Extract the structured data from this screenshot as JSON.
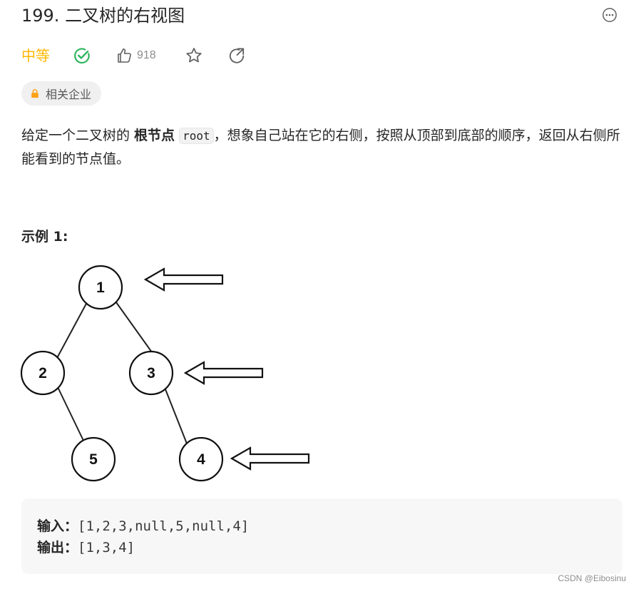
{
  "problem": {
    "title": "199. 二叉树的右视图",
    "difficulty": "中等",
    "likes": "918",
    "company_tag": "相关企业"
  },
  "colors": {
    "difficulty": "#ffb800",
    "solved": "#2db55d",
    "icon_gray": "#8c8c8c"
  },
  "icons": {
    "more": "more-horizontal-icon",
    "solved": "check-circle-icon",
    "like": "thumbs-up-icon",
    "favorite": "star-icon",
    "share": "share-arrow-icon",
    "lock": "lock-icon"
  },
  "description": {
    "part1": "给定一个二叉树的 ",
    "strong": "根节点",
    "code": "root",
    "part2": "，想象自己站在它的右侧，按照从顶部到底部的顺序，返回从右侧所能看到的节点值。"
  },
  "example": {
    "title": "示例 1:",
    "tree_nodes": [
      "1",
      "2",
      "3",
      "5",
      "4"
    ],
    "input_label": "输入：",
    "input_value": "[1,2,3,null,5,null,4]",
    "output_label": "输出：",
    "output_value": "[1,3,4]"
  },
  "watermark": "CSDN @Eibosinu"
}
